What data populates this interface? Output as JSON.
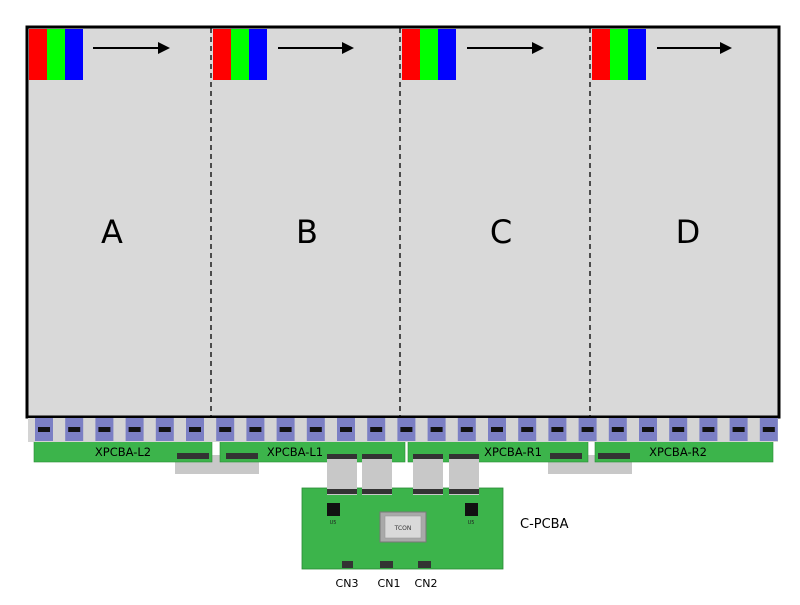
{
  "panel": {
    "zones": [
      {
        "label": "A"
      },
      {
        "label": "B"
      },
      {
        "label": "C"
      },
      {
        "label": "D"
      }
    ],
    "subpixel_colors": [
      "#ff0000",
      "#00ff00",
      "#0000ff"
    ],
    "fill_color": "#d9d9d9",
    "divider_style": "dashed"
  },
  "xpcba": [
    {
      "label": "XPCBA-L2"
    },
    {
      "label": "XPCBA-L1"
    },
    {
      "label": "XPCBA-R1"
    },
    {
      "label": "XPCBA-R2"
    }
  ],
  "cpcba": {
    "label": "C-PCBA",
    "tcon_label": "TCON",
    "chip_labels": [
      "U5",
      "U5"
    ],
    "connectors": [
      {
        "label": "CN3"
      },
      {
        "label": "CN1"
      },
      {
        "label": "CN2"
      }
    ]
  },
  "colors": {
    "pcb_green": "#3cb44b",
    "cof_purple": "#7b7fc4",
    "cable_gray": "#c8c8c8"
  }
}
